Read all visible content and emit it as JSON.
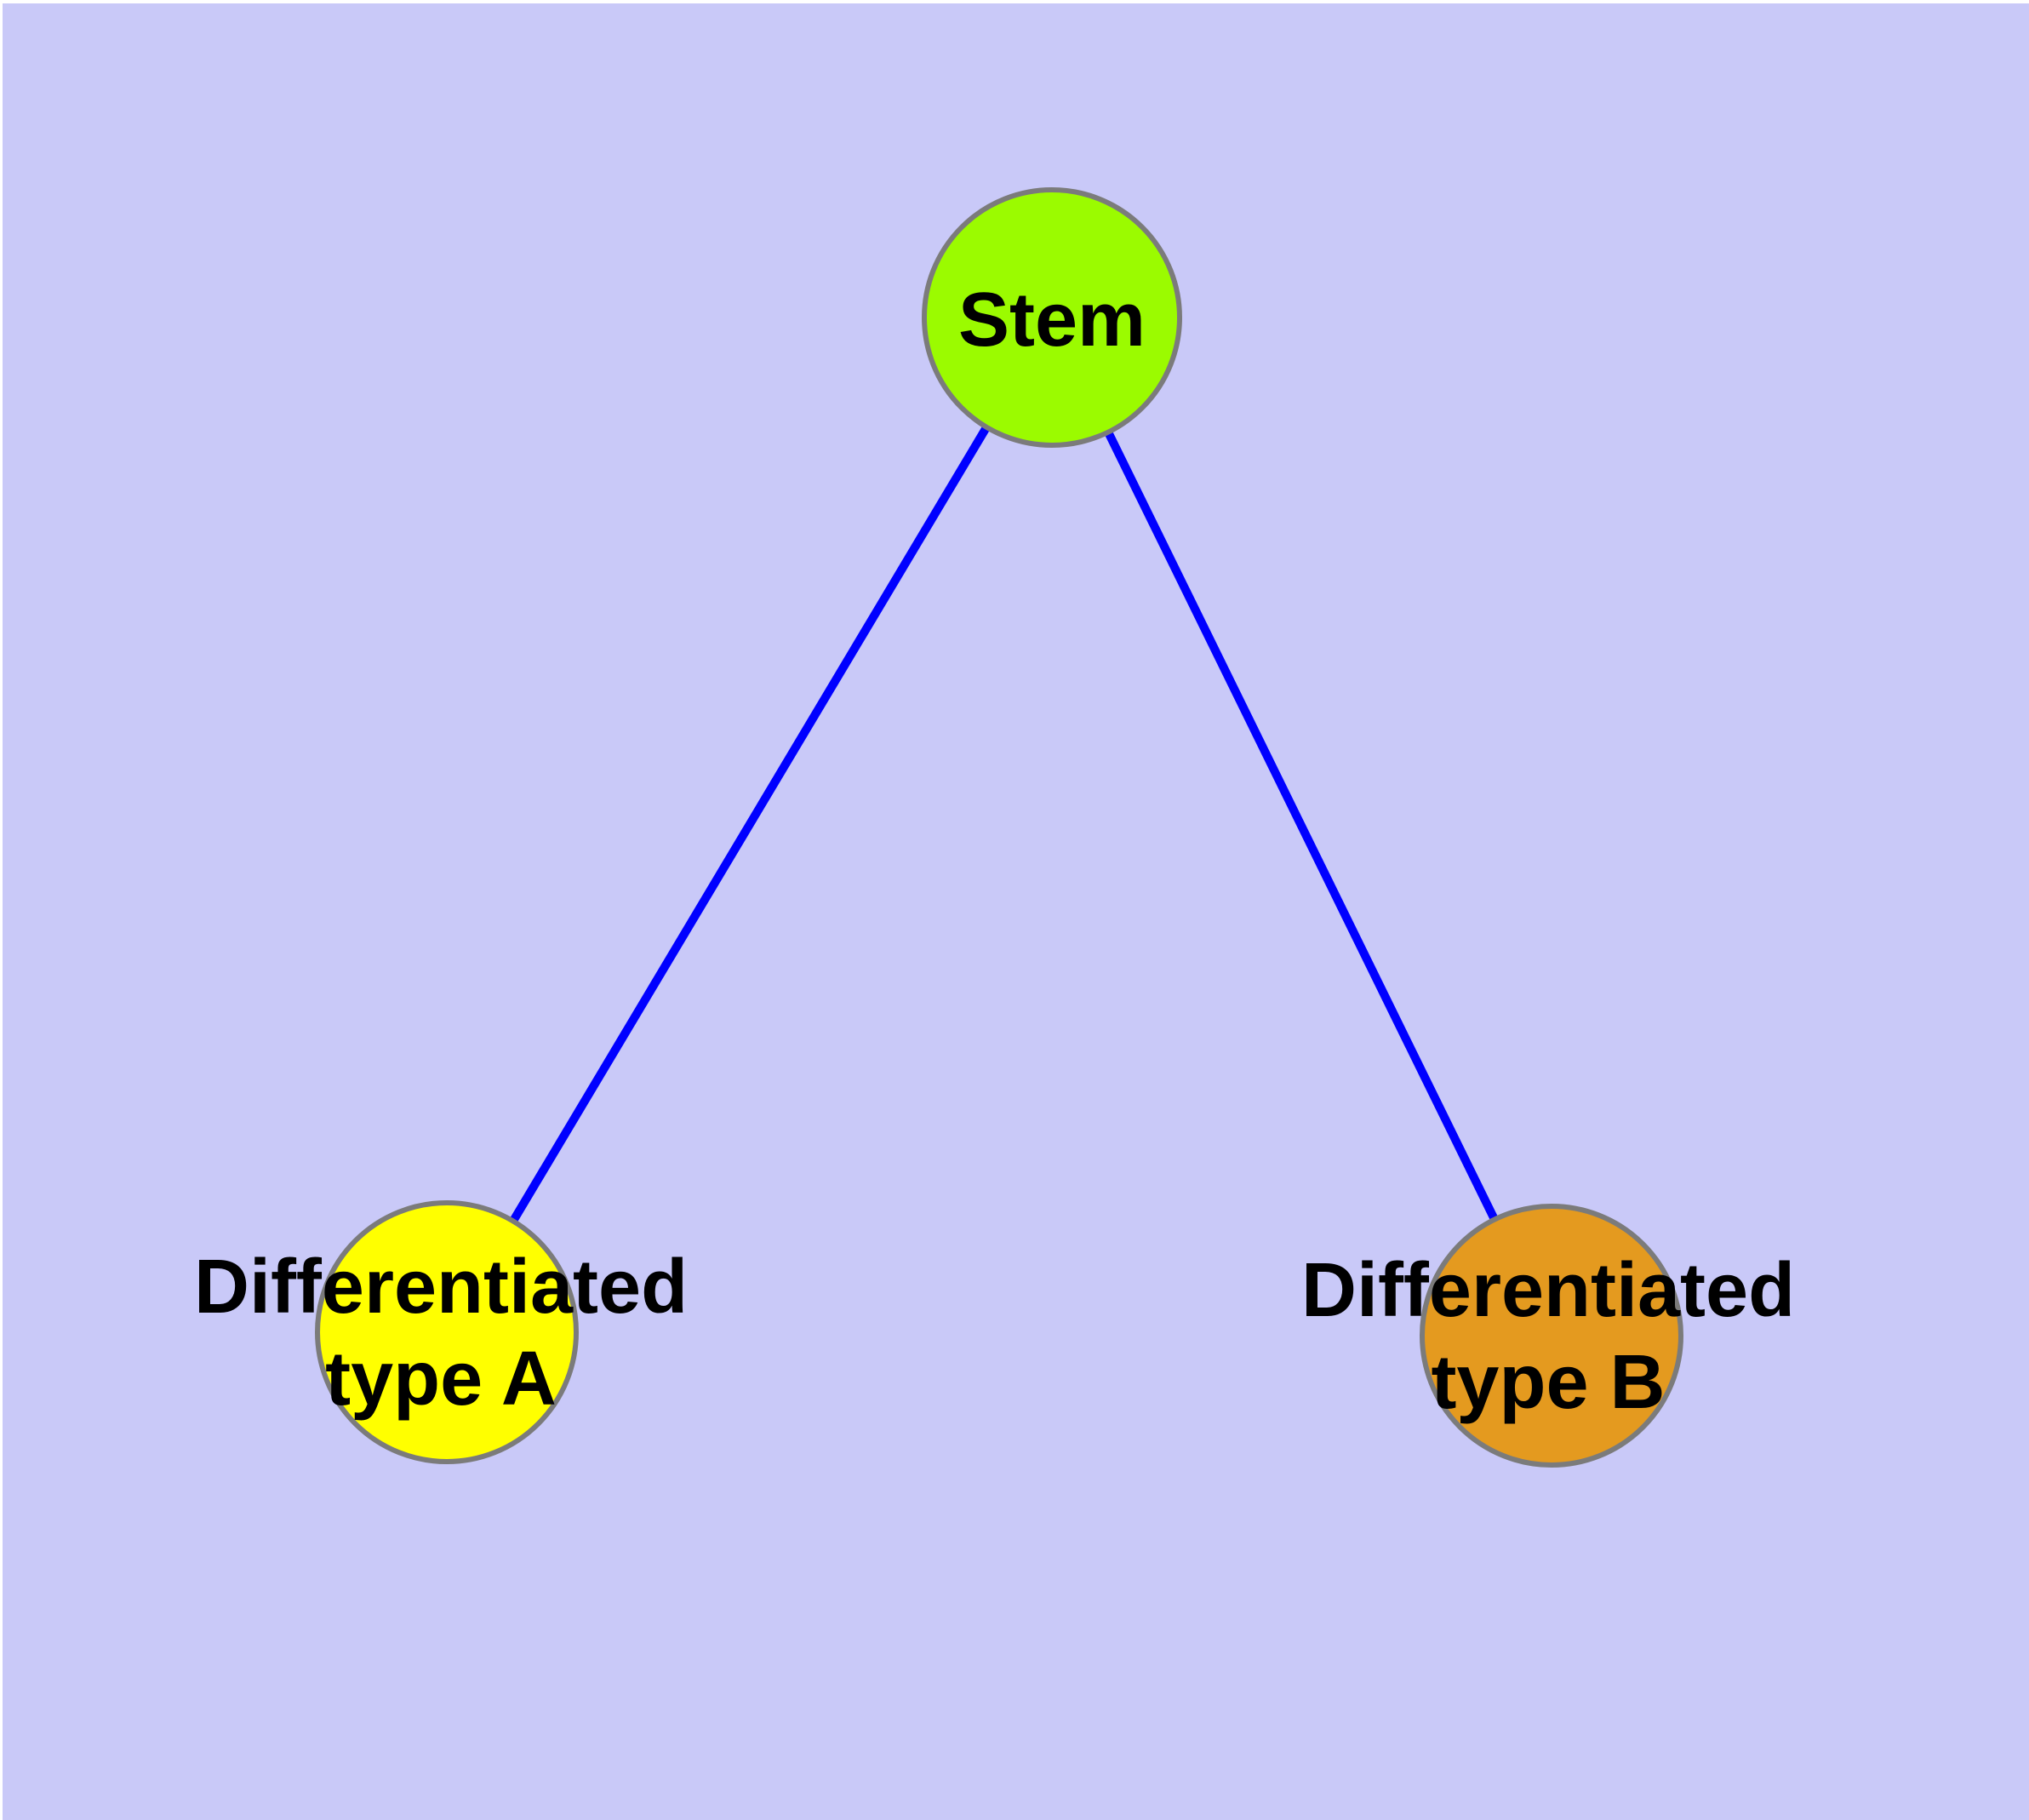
{
  "figure": {
    "background_color": "#c9c9f8",
    "margin_color": "#ffffff"
  },
  "diagram": {
    "type": "node-link-graph",
    "edge_color": "#0000ff",
    "edge_width": 10,
    "node_border_color": "#7b7b7b",
    "label_color": "#000000",
    "nodes": [
      {
        "id": "stem",
        "label": "Stem",
        "fill": "#9bfb00"
      },
      {
        "id": "differentiated-type-a",
        "label": "Differentiated\ntype A",
        "fill": "#ffff00"
      },
      {
        "id": "differentiated-type-b",
        "label": "Differentiated\ntype B",
        "fill": "#e49a1f"
      }
    ],
    "edges": [
      {
        "from": "stem",
        "to": "differentiated-type-a"
      },
      {
        "from": "stem",
        "to": "differentiated-type-b"
      }
    ]
  }
}
